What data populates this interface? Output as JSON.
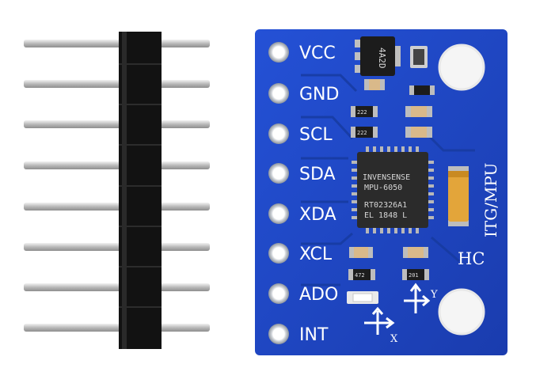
{
  "board": {
    "pins": [
      "VCC",
      "GND",
      "SCL",
      "SDA",
      "XDA",
      "XCL",
      "ADO",
      "INT"
    ],
    "chip": {
      "line1": "INVENSENSE",
      "line2": "MPU-6050",
      "line3": "RT02326A1",
      "line4": "EL 1848 L"
    },
    "regulator_marking": "4A2D",
    "smd_labels": [
      "222",
      "222",
      "472",
      "201"
    ],
    "silkscreen_vertical": "ITG/MPU",
    "silkscreen_hc": "HC",
    "axis_x": "X",
    "axis_y": "Y"
  },
  "colors": {
    "pcb": "#1f45c4",
    "header_plastic": "#111111",
    "pin_metal": "#c9c9c9",
    "chip_body": "#2a2a2a",
    "capacitor": "#e3a53a"
  }
}
